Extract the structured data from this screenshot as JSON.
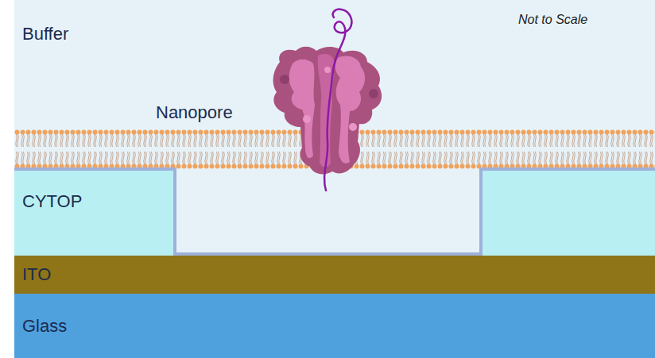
{
  "diagram": {
    "nodes": [
      {
        "text": [
          "Buffer"
        ]
      },
      {
        "text": [
          "CYTOP"
        ]
      },
      {
        "text": [
          "ITO"
        ]
      },
      {
        "text": [
          "Glass"
        ]
      }
    ],
    "labels": [
      "Not to Scale",
      "Nanopore"
    ]
  }
}
